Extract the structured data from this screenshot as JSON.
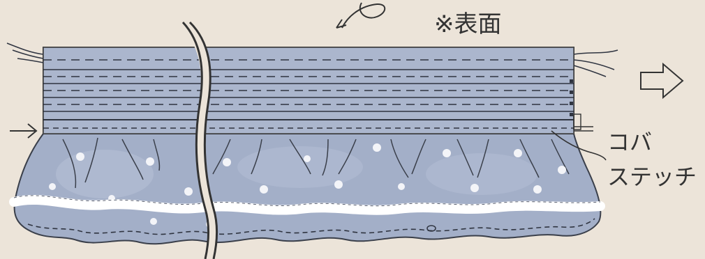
{
  "labels": {
    "face_side": "※表面",
    "edge_stitch_line1": "コバ",
    "edge_stitch_line2": "ステッチ"
  },
  "colors": {
    "background": "#ece4d9",
    "fabric": "#a3afc8",
    "fabric_light": "#b9c3d8",
    "stitch": "#2f3440",
    "ribbon": "#ffffff",
    "outline": "#333333"
  },
  "icons": [
    "swirl-arrow-icon",
    "right-hollow-arrow-icon",
    "left-arrow-icon"
  ]
}
